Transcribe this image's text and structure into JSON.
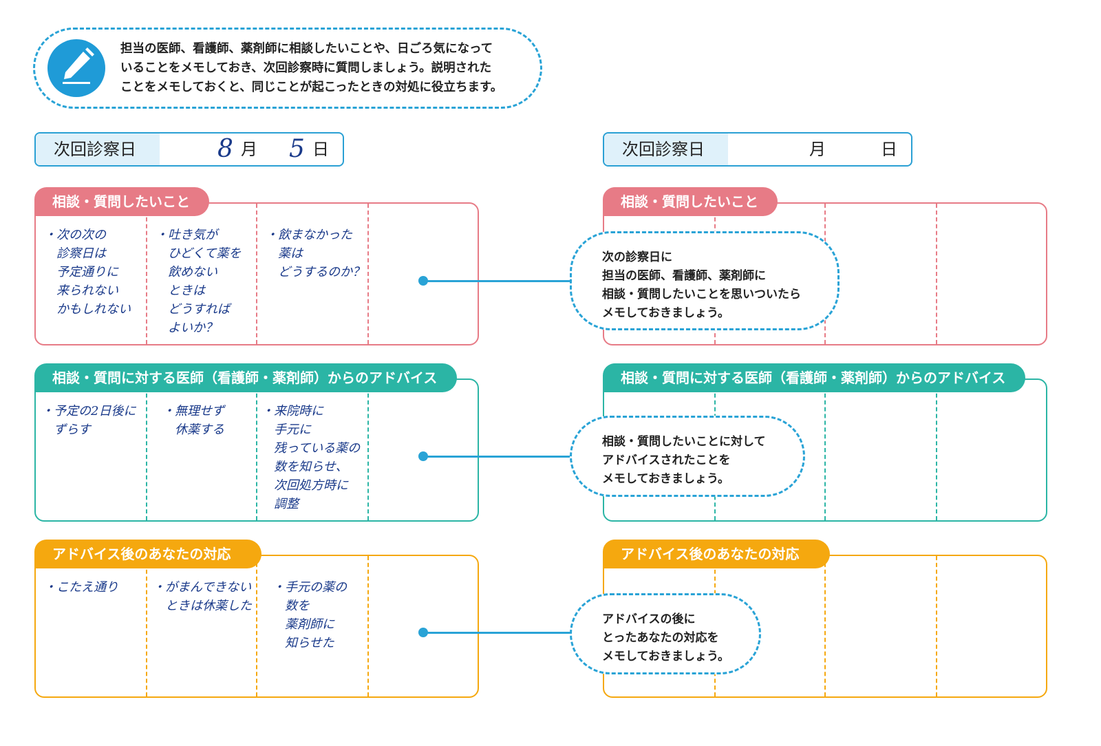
{
  "intro": {
    "text": "担当の医師、看護師、薬剤師に相談したいことや、日ごろ気になって\nいることをメモしておき、次回診察時に質問しましょう。説明された\nことをメモしておくと、同じことが起こったときの対処に役立ちます。",
    "icon": "pen-icon"
  },
  "colors": {
    "blue": "#29a3d6",
    "pink": "#e77b86",
    "teal": "#2bb5a5",
    "orange": "#f5a80f"
  },
  "left": {
    "date_label": "次回診察日",
    "month_value": "8",
    "month_unit": "月",
    "day_value": "5",
    "day_unit": "日",
    "sections": [
      {
        "title": "相談・質問したいこと",
        "notes": [
          "・次の次の\n　診察日は\n　予定通りに\n　来られない\n　かもしれない",
          "・吐き気が\n　ひどくて薬を\n　飲めない\n　ときは\n　どうすれば\n　よいか？",
          "・飲まなかった\n　薬は\n　どうするのか？"
        ]
      },
      {
        "title": "相談・質問に対する医師（看護師・薬剤師）からのアドバイス",
        "notes": [
          "・予定の2日後に\n　ずらす",
          "・無理せず\n　休薬する",
          "・来院時に\n　手元に\n　残っている薬の\n　数を知らせ、\n　次回処方時に\n　調整"
        ]
      },
      {
        "title": "アドバイス後のあなたの対応",
        "notes": [
          "・こたえ通り",
          "・がまんできない\n　ときは休薬した",
          "・手元の薬の\n　数を\n　薬剤師に\n　知らせた"
        ]
      }
    ]
  },
  "right": {
    "date_label": "次回診察日",
    "month_unit": "月",
    "day_unit": "日",
    "sections": [
      {
        "title": "相談・質問したいこと"
      },
      {
        "title": "相談・質問に対する医師（看護師・薬剤師）からのアドバイス"
      },
      {
        "title": "アドバイス後のあなたの対応"
      }
    ]
  },
  "callouts": [
    "次の診察日に\n担当の医師、看護師、薬剤師に\n相談・質問したいことを思いついたら\nメモしておきましょう。",
    "相談・質問したいことに対して\nアドバイスされたことを\nメモしておきましょう。",
    "アドバイスの後に\nとったあなたの対応を\nメモしておきましょう。"
  ]
}
